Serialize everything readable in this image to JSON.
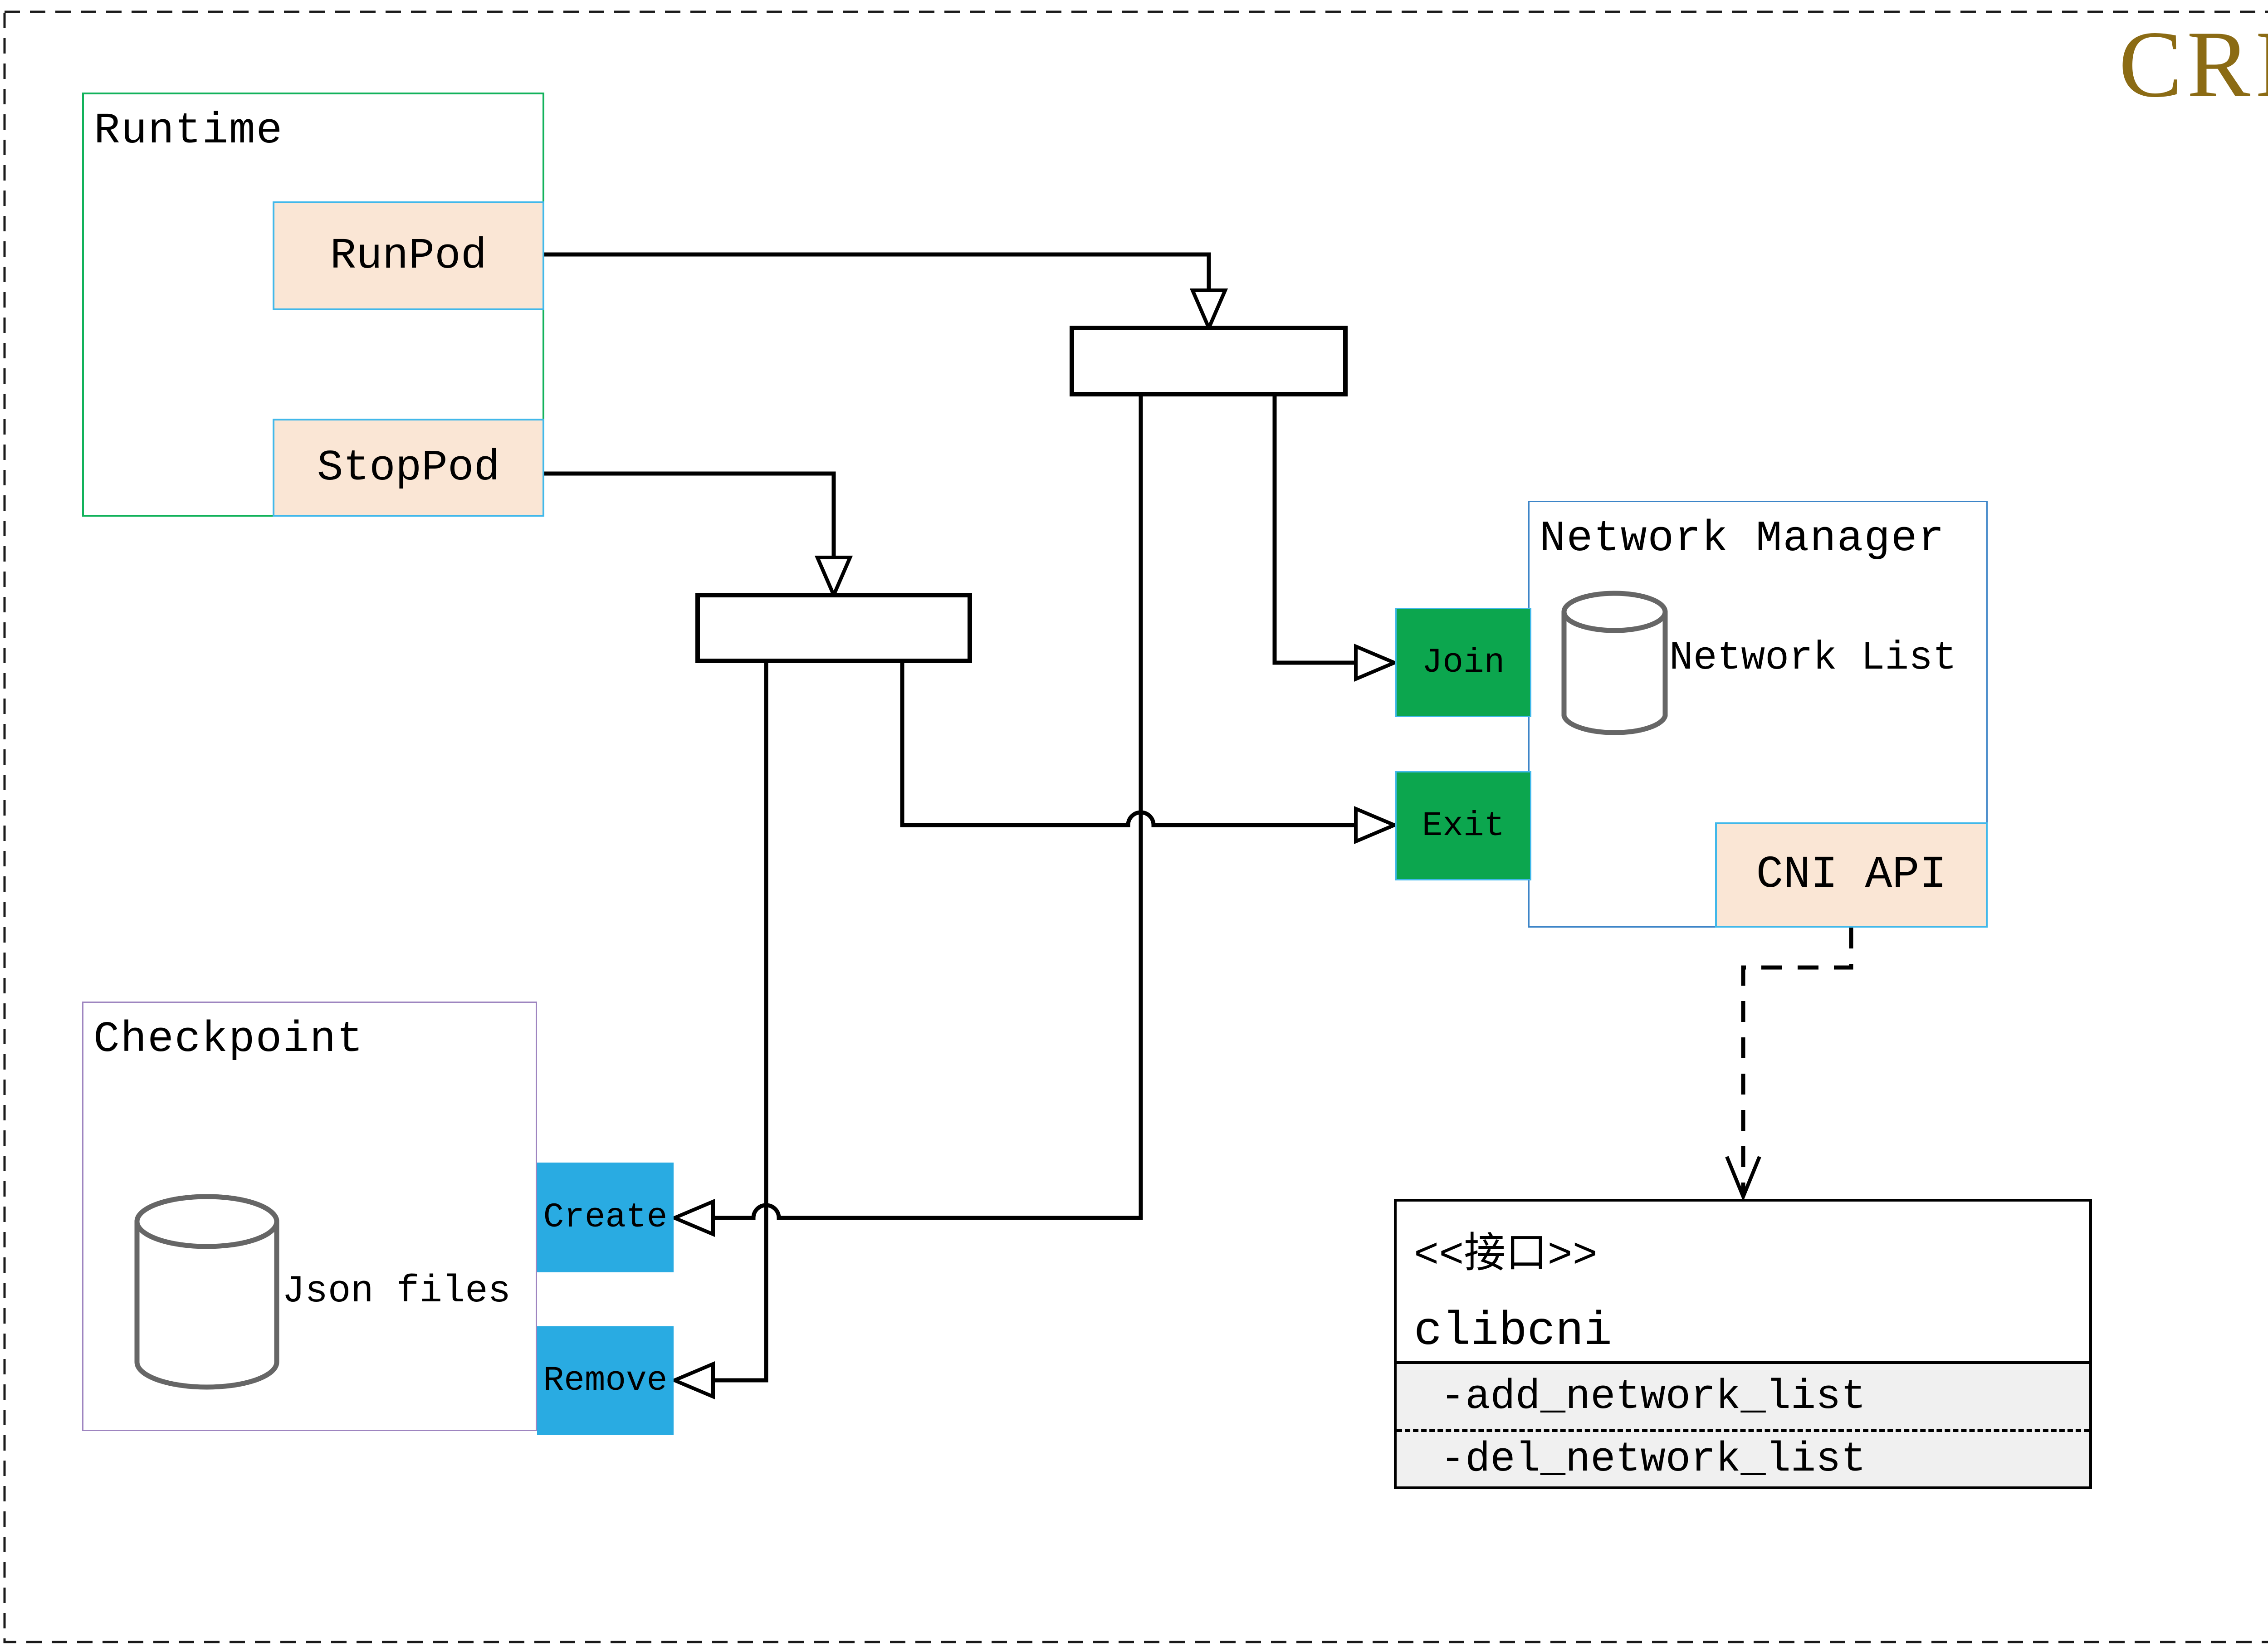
{
  "page": {
    "badge": "CRI",
    "background_color": "#ffffff"
  },
  "colors": {
    "badge_text": "#8B6B14",
    "peach_fill": "#FAE6D5",
    "cyan_border": "#41B8EA",
    "green_fill": "#0CA64E",
    "blue_fill": "#29ABE2",
    "runtime_border": "#12B25B",
    "network_manager_border": "#3D85C8",
    "checkpoint_border": "#9E85C0",
    "cylinder_stroke": "#666666",
    "attr_section_fill": "#F0F0F0",
    "connector_color": "#000000"
  },
  "runtime": {
    "title": "Runtime",
    "runpod_label": "RunPod",
    "stoppod_label": "StopPod"
  },
  "checkpoint": {
    "title": "Checkpoint",
    "database_label": "Json files",
    "create_label": "Create",
    "remove_label": "Remove"
  },
  "network_manager": {
    "title": "Network Manager",
    "database_label": "Network List",
    "join_label": "Join",
    "exit_label": "Exit",
    "cni_api_label": "CNI API"
  },
  "clibcni_interface": {
    "stereotype": "<<接口>>",
    "name": "clibcni",
    "attributes": [
      "-add_network_list",
      "-del_network_list"
    ]
  }
}
